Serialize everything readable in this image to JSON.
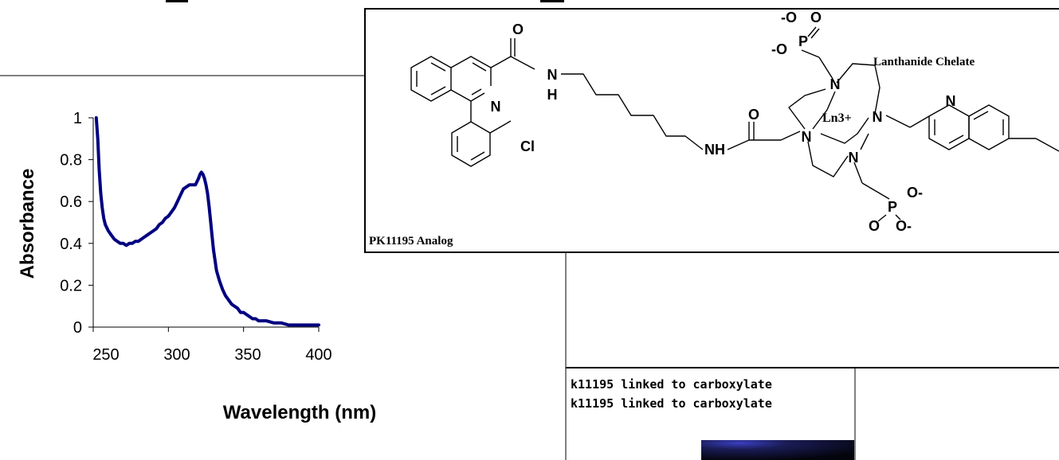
{
  "chart_data": {
    "type": "line",
    "title": "",
    "xlabel": "Wavelength (nm)",
    "ylabel": "Absorbance",
    "xlim": [
      250,
      400
    ],
    "ylim": [
      0,
      1
    ],
    "x_ticks": [
      250,
      300,
      350,
      400
    ],
    "y_ticks": [
      "0",
      "0.2",
      "0.4",
      "0.6",
      "0.8",
      "1"
    ],
    "grid": false,
    "legend": "none",
    "line_color": "#000080",
    "series": [
      {
        "x": [
          252,
          253,
          254,
          255,
          256,
          257,
          258,
          260,
          262,
          264,
          266,
          268,
          270,
          272,
          274,
          276,
          278,
          280,
          282,
          284,
          286,
          288,
          290,
          292,
          294,
          296,
          298,
          300,
          302,
          304,
          306,
          308,
          310,
          312,
          314,
          316,
          318,
          320,
          321,
          322,
          323,
          324,
          325,
          326,
          327,
          328,
          329,
          330,
          331,
          332,
          334,
          336,
          338,
          340,
          342,
          344,
          346,
          348,
          350,
          352,
          354,
          356,
          358,
          360,
          362,
          365,
          370,
          375,
          380,
          385,
          390,
          395,
          400
        ],
        "y": [
          1.0,
          0.9,
          0.75,
          0.64,
          0.57,
          0.52,
          0.49,
          0.46,
          0.44,
          0.42,
          0.41,
          0.4,
          0.4,
          0.39,
          0.4,
          0.4,
          0.41,
          0.41,
          0.42,
          0.43,
          0.44,
          0.45,
          0.46,
          0.47,
          0.49,
          0.5,
          0.52,
          0.53,
          0.55,
          0.57,
          0.6,
          0.63,
          0.66,
          0.67,
          0.68,
          0.68,
          0.68,
          0.71,
          0.73,
          0.74,
          0.73,
          0.71,
          0.68,
          0.64,
          0.58,
          0.51,
          0.44,
          0.37,
          0.32,
          0.27,
          0.22,
          0.18,
          0.15,
          0.13,
          0.11,
          0.1,
          0.09,
          0.07,
          0.07,
          0.06,
          0.05,
          0.04,
          0.04,
          0.03,
          0.03,
          0.03,
          0.02,
          0.02,
          0.01,
          0.01,
          0.01,
          0.01,
          0.01
        ]
      }
    ]
  },
  "structure": {
    "panel_label": "PK11195 Analog",
    "chelate_label": "Lanthanide Chelate",
    "metal_label": "Ln3+",
    "atoms": {
      "O_carbonyl": "O",
      "N_amide": "N",
      "H_amide": "H",
      "N_isoquinoline": "N",
      "Cl": "Cl",
      "NH_linker": "NH",
      "O_linker_carbonyl": "O",
      "N_ring_top": "N",
      "N_ring_left": "N",
      "N_ring_right": "N",
      "N_ring_bottom": "N",
      "N_quinoline": "N",
      "phosphonate_top_o1": "-O",
      "phosphonate_top_o2": "O",
      "phosphonate_top_o3": "-O",
      "phosphonate_top_p": "P",
      "phosphonate_bottom_p": "P",
      "phosphonate_bottom_o1": "O-",
      "phosphonate_bottom_o2": "O",
      "phosphonate_bottom_o3": "O-"
    }
  },
  "text_lines": [
    "k11195 linked to carboxylate",
    "k11195 linked to carboxylate"
  ]
}
